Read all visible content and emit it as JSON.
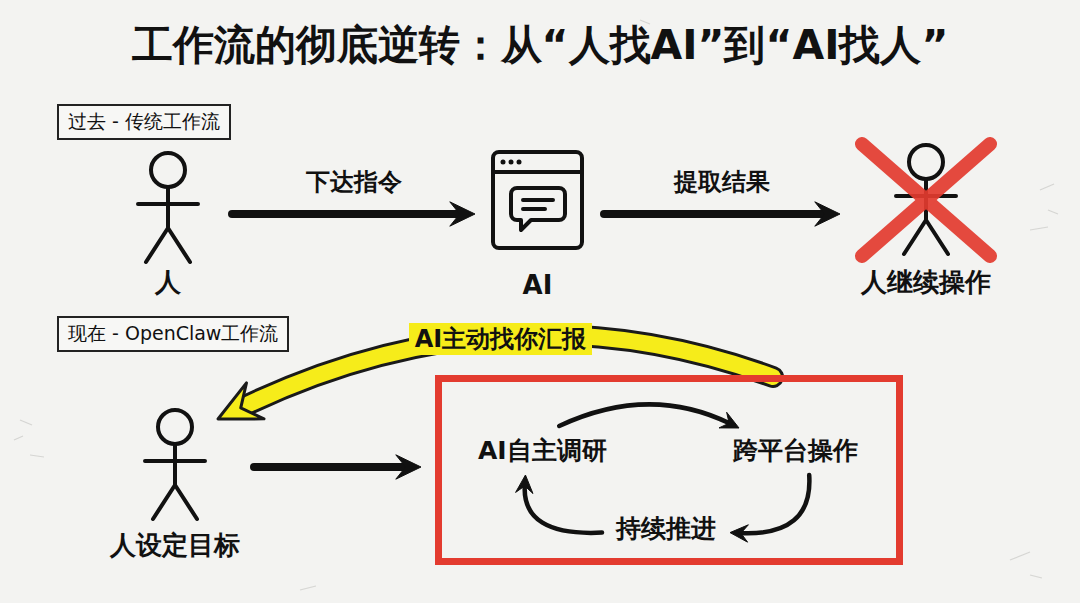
{
  "diagram": {
    "title": "工作流的彻底逆转：从“人找AI”到“AI找人”",
    "nodes": [
      {
        "text": [
          "过去 - 传统工作流"
        ]
      },
      {
        "text": [
          "人"
        ]
      },
      {
        "text": [
          "AI"
        ]
      },
      {
        "text": [
          "人继续操作"
        ]
      },
      {
        "text": [
          "现在 - OpenClaw工作流"
        ]
      },
      {
        "text": [
          "人设定目标"
        ]
      },
      {
        "text": []
      },
      {
        "text": [
          "AI自主调研"
        ],
        "in": 6
      },
      {
        "text": [
          "跨平台操作"
        ],
        "in": 6
      },
      {
        "text": [
          "持续推进"
        ],
        "in": 6
      }
    ],
    "edges": [
      {
        "from": 1,
        "to": 2,
        "label": "下达指令",
        "arrow": "to"
      },
      {
        "from": 2,
        "to": 3,
        "label": "提取结果",
        "arrow": "to"
      },
      {
        "from": 5,
        "to": 6,
        "arrow": "to"
      },
      {
        "from": 7,
        "to": 8,
        "arrow": "to"
      },
      {
        "from": 8,
        "to": 9,
        "arrow": "to"
      },
      {
        "from": 9,
        "to": 7,
        "arrow": "to"
      },
      {
        "from": 6,
        "to": 5,
        "label": "AI主动找你汇报",
        "arrow": "to"
      }
    ]
  }
}
